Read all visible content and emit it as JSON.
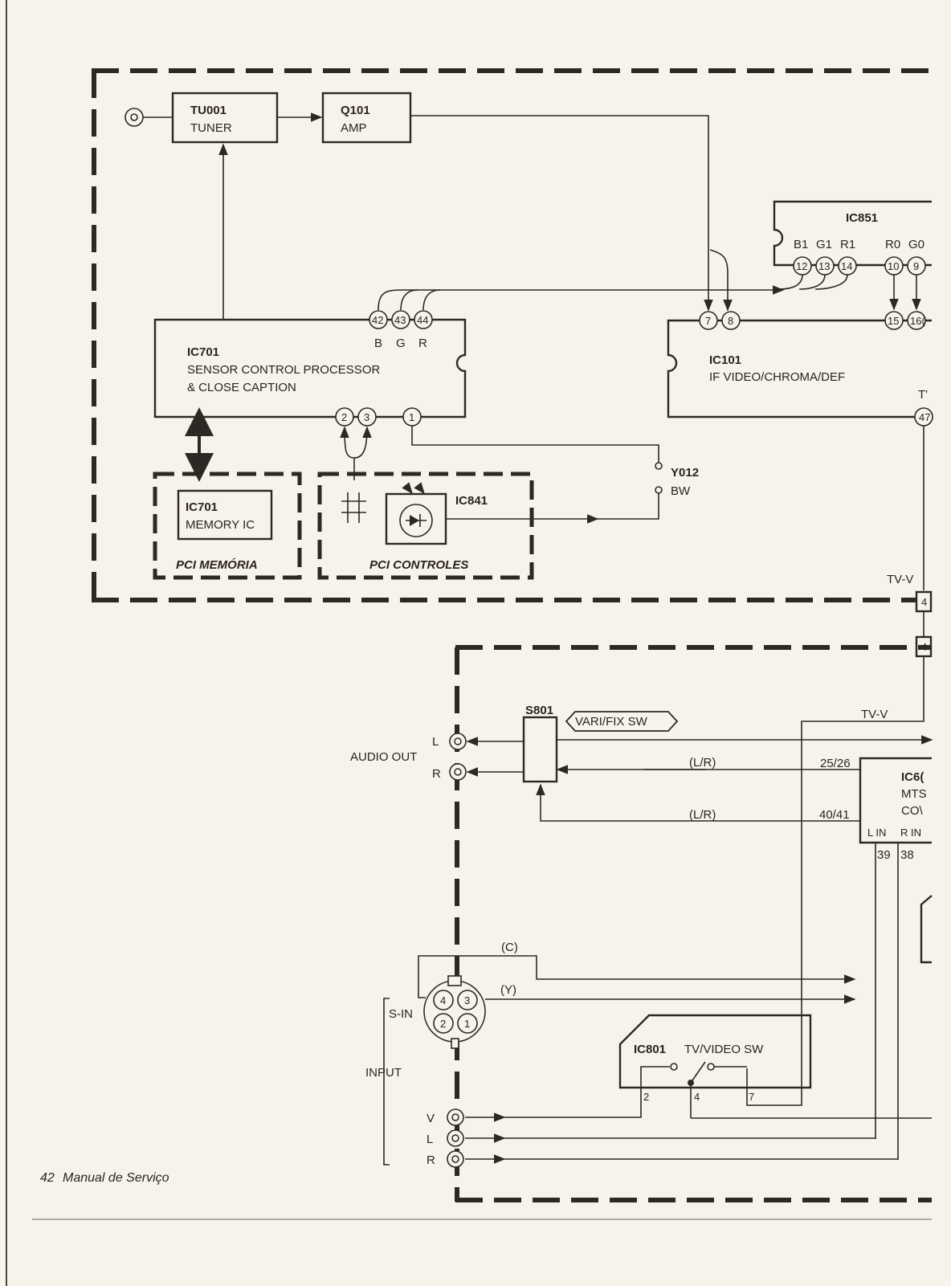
{
  "blocks": {
    "tu001": {
      "ref": "TU001",
      "name": "TUNER"
    },
    "q101": {
      "ref": "Q101",
      "name": "AMP"
    },
    "ic851": {
      "ref": "IC851"
    },
    "ic701": {
      "ref": "IC701",
      "line1": "SENSOR CONTROL PROCESSOR",
      "line2": "& CLOSE CAPTION"
    },
    "ic101": {
      "ref": "IC101",
      "name": "IF VIDEO/CHROMA/DEF"
    },
    "ic701mem": {
      "ref": "IC701",
      "name": "MEMORY IC"
    },
    "ic841": {
      "ref": "IC841"
    },
    "ic801": {
      "ref": "IC801",
      "name": "TV/VIDEO SW"
    },
    "s801": {
      "ref": "S801"
    },
    "ic6": {
      "ref": "IC6(",
      "line1": "MTS",
      "line2": "CO\\",
      "lin": "L IN",
      "rin": "R IN"
    }
  },
  "ic851_pins": [
    "B1",
    "G1",
    "R1",
    "R0",
    "G0"
  ],
  "ic851_pin_nums": [
    "12",
    "13",
    "14",
    "10",
    "9"
  ],
  "ic701_pins": {
    "n42": "42",
    "n43": "43",
    "n44": "44",
    "b": "B",
    "g": "G",
    "r": "R",
    "n2": "2",
    "n3": "3",
    "n1": "1"
  },
  "ic101_pins": {
    "n7": "7",
    "n8": "8",
    "n15": "15",
    "n16": "16("
  },
  "boards": {
    "memoria": "PCI MEMÓRIA",
    "controles": "PCI CONTROLES"
  },
  "labels": {
    "y012": "Y012",
    "bw": "BW",
    "tv_v_top": "TV-V",
    "tv_v_bottom": "TV-V",
    "t_cut": "T'",
    "pin47": "47",
    "conn_4a": "4",
    "conn_4b": "4",
    "vari_fix": "VARI/FIX SW",
    "audio_out": "AUDIO OUT",
    "l": "L",
    "r": "R",
    "lr1": "(L/R)",
    "lr2": "(L/R)",
    "n2526": "25/26",
    "n4041": "40/41",
    "n39": "39",
    "n38": "38",
    "c": "(C)",
    "y": "(Y)",
    "s_in": "S-IN",
    "input": "INPUT",
    "v": "V",
    "in_l": "L",
    "in_r": "R",
    "din_4": "4",
    "din_3": "3",
    "din_2": "2",
    "din_1": "1",
    "sw_2": "2",
    "sw_4": "4",
    "sw_7": "7"
  },
  "footer": {
    "page": "42",
    "title": "Manual de Serviço"
  }
}
